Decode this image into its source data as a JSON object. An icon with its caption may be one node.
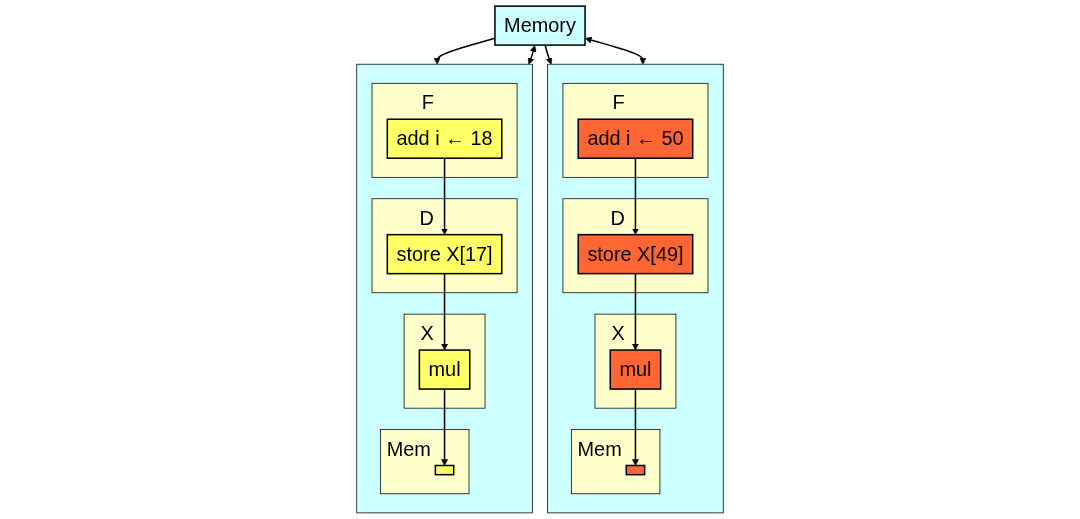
{
  "diagram": {
    "nodes": [
      {
        "text": [],
        "shape": "box"
      },
      {
        "text": [
          "F"
        ],
        "in": 0
      },
      {
        "text": [
          "add i ← 18"
        ],
        "in": 1
      },
      {
        "text": [
          "D"
        ],
        "in": 0
      },
      {
        "text": [
          "store X[17]"
        ],
        "in": 3
      },
      {
        "text": [
          "X"
        ],
        "in": 0
      },
      {
        "text": [
          "mul"
        ],
        "in": 5
      },
      {
        "text": [
          "Mem"
        ],
        "in": 0
      },
      {
        "text": [],
        "shape": "box",
        "in": 7
      },
      {
        "text": [],
        "shape": "box"
      },
      {
        "text": [
          "F"
        ],
        "in": 9
      },
      {
        "text": [
          "add i ← 50"
        ],
        "in": 10
      },
      {
        "text": [
          "D"
        ],
        "in": 9
      },
      {
        "text": [
          "store X[49]"
        ],
        "in": 12
      },
      {
        "text": [
          "X"
        ],
        "in": 9
      },
      {
        "text": [
          "mul"
        ],
        "in": 14
      },
      {
        "text": [
          "Mem"
        ],
        "in": 9
      },
      {
        "text": [],
        "shape": "box",
        "in": 16
      },
      {
        "text": [
          "Memory"
        ]
      }
    ],
    "edges": [
      {
        "from": 18,
        "to": 0,
        "arrow": "to"
      },
      {
        "from": 18,
        "to": 9,
        "arrow": "to"
      },
      {
        "from": 2,
        "to": 4,
        "arrow": "to"
      },
      {
        "from": 4,
        "to": 6,
        "arrow": "to"
      },
      {
        "from": 6,
        "to": 8,
        "arrow": "to"
      },
      {
        "from": 11,
        "to": 13,
        "arrow": "to"
      },
      {
        "from": 13,
        "to": 15,
        "arrow": "to"
      },
      {
        "from": 15,
        "to": 17,
        "arrow": "to"
      },
      {
        "from": 0,
        "to": 18,
        "arrow": "both"
      },
      {
        "from": 9,
        "to": 18,
        "arrow": "both"
      }
    ]
  }
}
